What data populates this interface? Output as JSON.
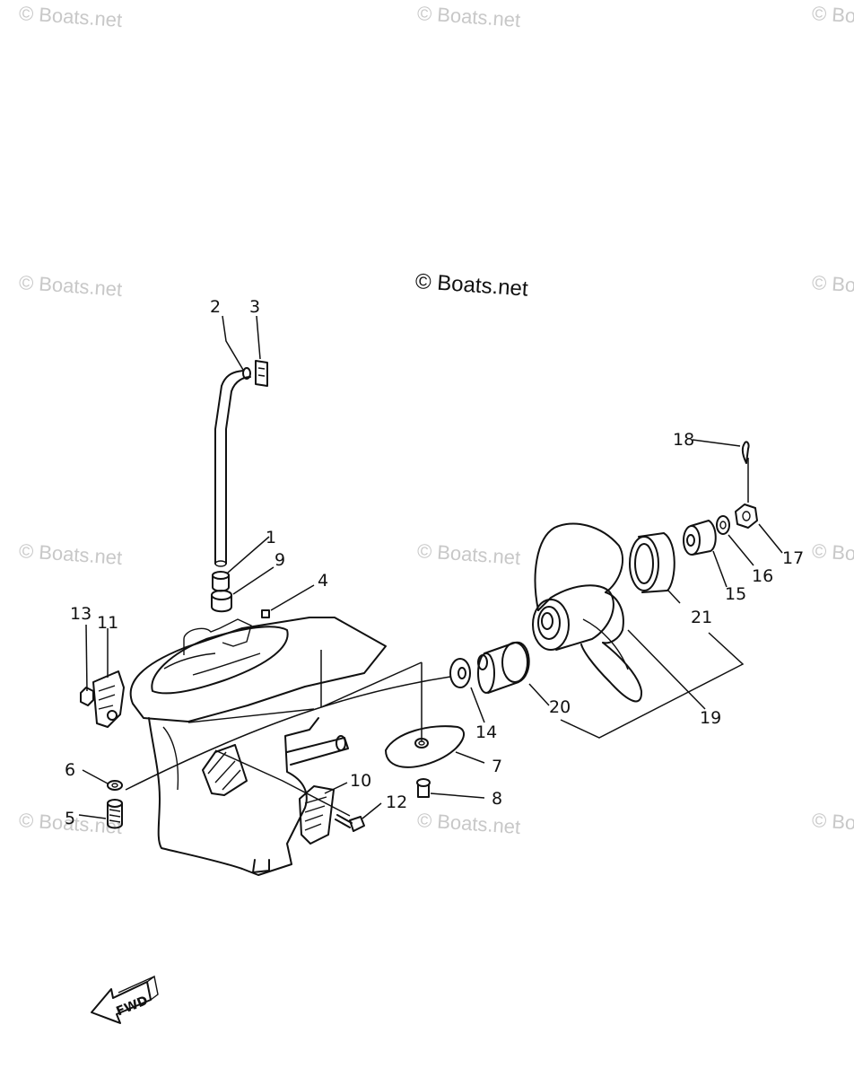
{
  "watermark": {
    "text": "© Boats.net",
    "main_text": "© Boats.net"
  },
  "callouts": [
    "1",
    "2",
    "3",
    "4",
    "5",
    "6",
    "7",
    "8",
    "9",
    "10",
    "11",
    "12",
    "13",
    "14",
    "15",
    "16",
    "17",
    "18",
    "19",
    "20",
    "21"
  ],
  "fwd_label": "FWD",
  "colors": {
    "ink": "#111111",
    "watermark": "#c8c8c8",
    "background": "#ffffff"
  }
}
